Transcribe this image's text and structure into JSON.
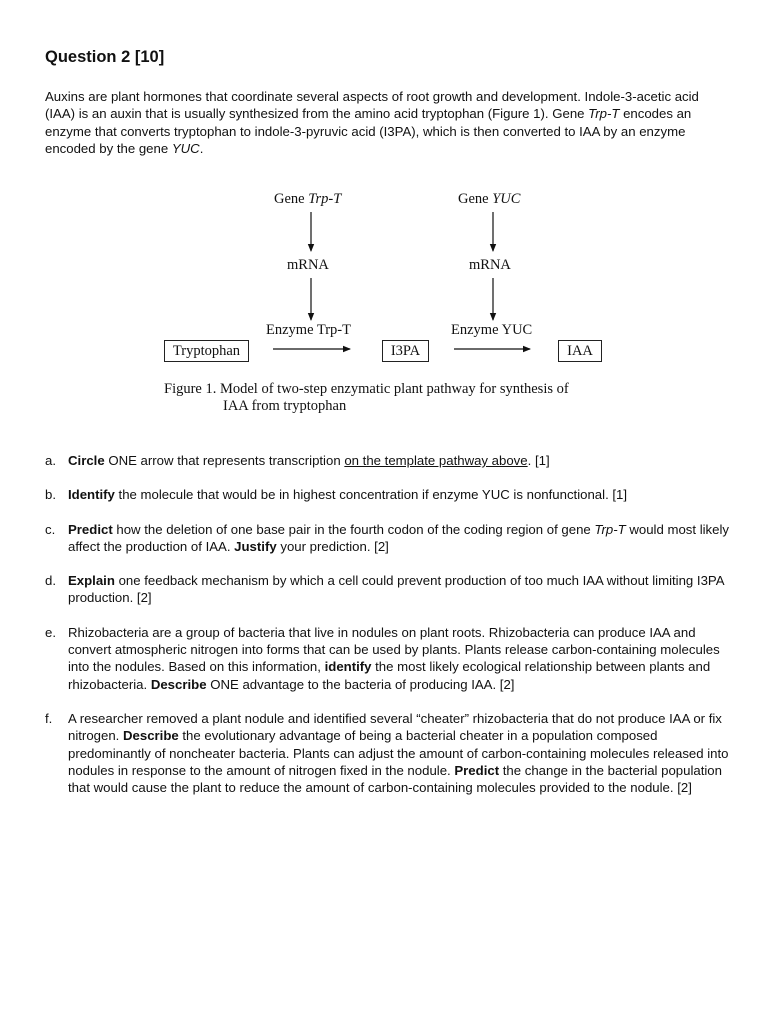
{
  "question": {
    "title": "Question 2 [10]"
  },
  "intro": [
    "Auxins are plant hormones that coordinate several aspects of root growth and development. Indole-3-acetic acid (IAA) is an auxin that is usually synthesized from the amino acid tryptophan (Figure 1). Gene ",
    "Trp-T",
    " encodes an enzyme that converts tryptophan to indole-3-pyruvic acid (I3PA), which is then converted to IAA by an enzyme encoded by the gene ",
    "YUC",
    "."
  ],
  "figure": {
    "gene1_prefix": "Gene ",
    "gene1_name": "Trp-T",
    "gene2_prefix": "Gene ",
    "gene2_name": "YUC",
    "mrna1": "mRNA",
    "mrna2": "mRNA",
    "enzyme1": "Enzyme Trp-T",
    "enzyme2": "Enzyme YUC",
    "box1": "Tryptophan",
    "box2": "I3PA",
    "box3": "IAA",
    "caption_line1": "Figure 1. Model of two-step enzymatic plant pathway for synthesis of",
    "caption_line2": "IAA from tryptophan"
  },
  "items": {
    "a": {
      "letter": "a.",
      "t1": "Circle",
      "t2": " ONE arrow that represents transcription ",
      "t3": "on the template pathway above",
      "t4": ". [1]"
    },
    "b": {
      "letter": "b.",
      "t1": "Identify",
      "t2": " the molecule that would be in highest concentration if enzyme YUC is nonfunctional. [1]"
    },
    "c": {
      "letter": "c.",
      "t1": "Predict",
      "t2": " how the deletion of one base pair in the fourth codon of the coding region of gene ",
      "t3": "Trp-T",
      "t4": " would most likely affect the production of IAA. ",
      "t5": "Justify",
      "t6": " your prediction. [2]"
    },
    "d": {
      "letter": "d.",
      "t1": "Explain",
      "t2": " one feedback mechanism by which a cell could prevent production of too much IAA without limiting I3PA production. [2]"
    },
    "e": {
      "letter": "e.",
      "t1": "Rhizobacteria are a group of bacteria that live in nodules on plant roots. Rhizobacteria can produce IAA and convert atmospheric nitrogen into forms that can be used by plants. Plants release carbon-containing molecules into the nodules. Based on this information, ",
      "t2": "identify",
      "t3": " the most likely ecological relationship between plants and rhizobacteria. ",
      "t4": "Describe",
      "t5": " ONE advantage to the bacteria of producing IAA. [2]"
    },
    "f": {
      "letter": "f.",
      "t1": "A researcher removed a plant nodule and identified several “cheater” rhizobacteria that do not produce IAA or fix nitrogen. ",
      "t2": "Describe",
      "t3": " the evolutionary advantage of being a bacterial cheater in a population composed predominantly of noncheater bacteria. Plants can adjust the amount of carbon-containing molecules released into nodules in response to the amount of nitrogen fixed in the nodule. ",
      "t4": "Predict",
      "t5": " the change in the bacterial population that would cause the plant to reduce the amount of carbon-containing molecules provided to the nodule. [2]"
    }
  }
}
